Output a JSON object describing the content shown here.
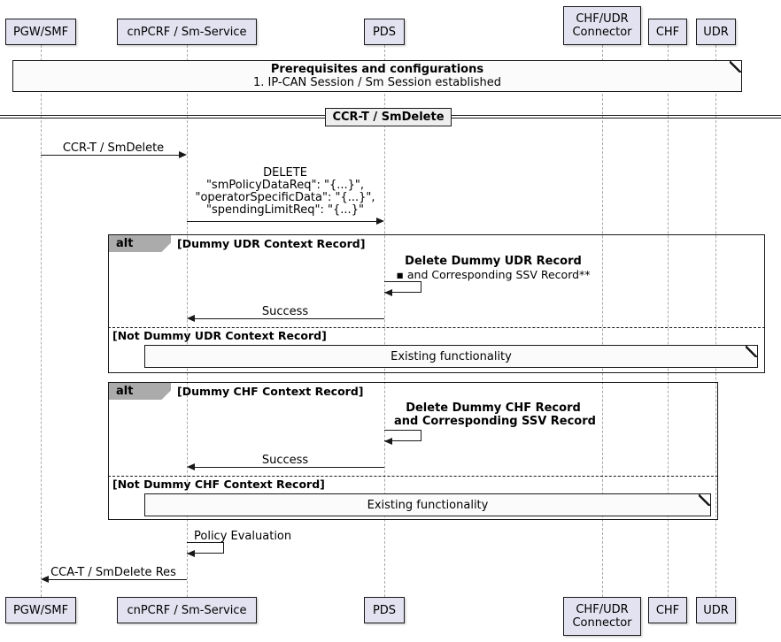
{
  "colors": {
    "participant_fill": "#E2E2F0",
    "frame_border": "#181818",
    "lifeline": "#A8A8A8",
    "alt_header_fill": "#ABABAB",
    "note_fill": "#FBFBFB",
    "divider_fill": "#EEEEEE"
  },
  "participants": [
    {
      "label": "PGW/SMF"
    },
    {
      "label": "cnPCRF / Sm-Service"
    },
    {
      "label": "PDS"
    },
    {
      "label": "CHF/UDR\nConnector"
    },
    {
      "label": "CHF"
    },
    {
      "label": "UDR"
    }
  ],
  "prereq_note": {
    "title": "Prerequisites and configurations",
    "body": "1. IP-CAN Session / Sm Session established"
  },
  "divider": {
    "label": "CCR-T / SmDelete"
  },
  "messages": {
    "ccr_t": "CCR-T / SmDelete",
    "delete_request": "DELETE\n\"smPolicyDataReq\": \"{...}\",\n\"operatorSpecificData\": \"{...}\",\n\"spendingLimitReq\": \"{...}\"",
    "policy_evaluation": "Policy Evaluation",
    "cca_t": "CCA-T / SmDelete Res"
  },
  "alt_udr": {
    "operator": "alt",
    "condition": "[Dummy UDR Context Record]",
    "self_message_title": "Delete Dummy UDR Record",
    "self_message_detail": "▪ and Corresponding SSV Record**",
    "reply": "Success",
    "else_condition": "[Not Dummy UDR Context Record]",
    "else_note": "Existing functionality"
  },
  "alt_chf": {
    "operator": "alt",
    "condition": "[Dummy CHF Context Record]",
    "self_message_title": "Delete Dummy CHF Record",
    "self_message_detail": "and Corresponding SSV Record",
    "reply": "Success",
    "else_condition": "[Not Dummy CHF Context Record]",
    "else_note": "Existing functionality"
  }
}
